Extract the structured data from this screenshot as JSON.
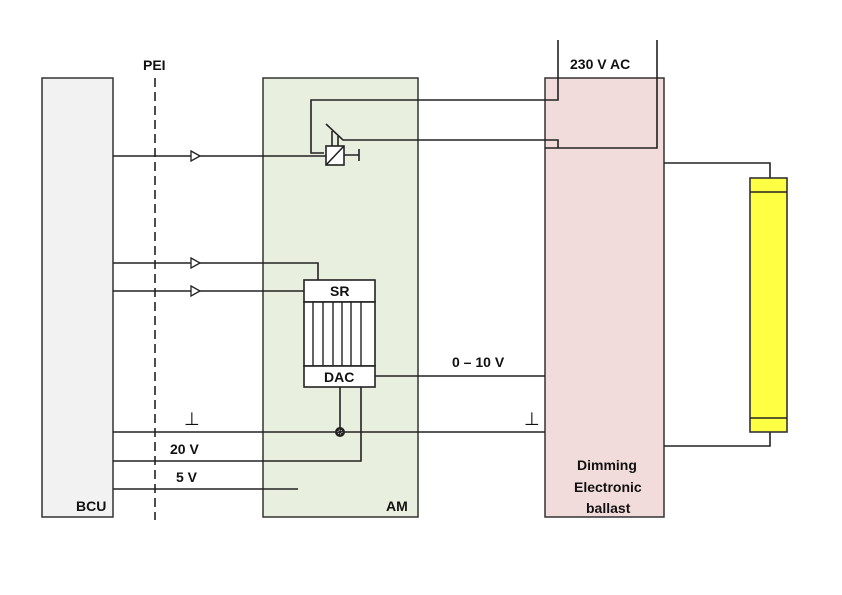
{
  "diagram": {
    "type": "circuit-schematic",
    "colors": {
      "bcu_fill": "#f2f2f2",
      "am_fill": "#e8efde",
      "ballast_fill": "#f2dcdb",
      "lamp_fill": "#ffff44",
      "wire": "#222222"
    },
    "blocks": {
      "bcu": {
        "label": "BCU"
      },
      "pei": {
        "label": "PEI"
      },
      "am": {
        "label": "AM"
      },
      "shift_register": {
        "label": "SR"
      },
      "dac": {
        "label": "DAC"
      },
      "ballast": {
        "label_lines": [
          "Dimming",
          "Electronic",
          "ballast"
        ]
      },
      "lamp": {
        "label": ""
      }
    },
    "signals": {
      "mains": "230 V AC",
      "control": "0 – 10 V",
      "supply_20v": "20 V",
      "supply_5v": "5 V",
      "ground_symbol": "⊥"
    }
  }
}
